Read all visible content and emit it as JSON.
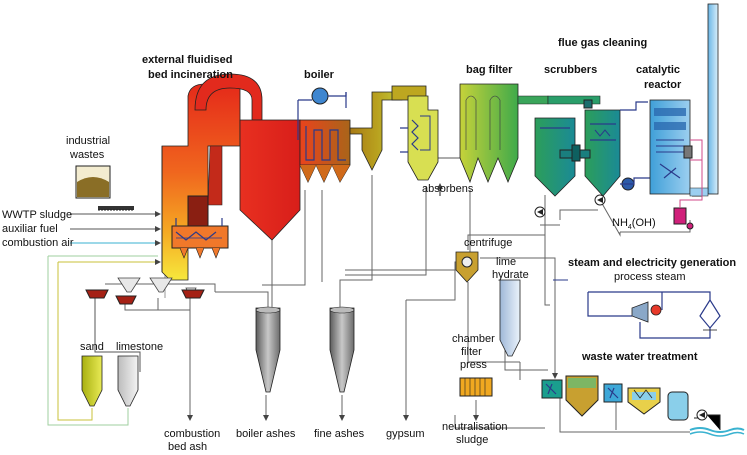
{
  "labels": {
    "external_fb_line1": "external fluidised",
    "external_fb_line2": "bed incineration",
    "boiler": "boiler",
    "bag_filter": "bag filter",
    "flue_gas_cleaning": "flue gas cleaning",
    "scrubbers": "scrubbers",
    "catalytic_line1": "catalytic",
    "catalytic_line2": "reactor",
    "industrial_line1": "industrial",
    "industrial_line2": "wastes",
    "wwtp_sludge": "WWTP sludge",
    "auxiliar_fuel": "auxiliar fuel",
    "combustion_air": "combustion air",
    "absorbens": "absorbens",
    "nh4oh_main": "NH",
    "nh4oh_sub": "4",
    "nh4oh_rest": "(OH)",
    "centrifuge": "centrifuge",
    "lime_line1": "lime",
    "lime_line2": "hydrate",
    "steam_title": "steam and electricity generation",
    "process_steam": "process steam",
    "chamber_line1": "chamber",
    "chamber_line2": "filter",
    "chamber_line3": "press",
    "waste_water": "waste water treatment",
    "sand": "sand",
    "limestone": "limestone",
    "combustion_ash_line1": "combustion",
    "combustion_ash_line2": "bed ash",
    "boiler_ashes": "boiler ashes",
    "fine_ashes": "fine ashes",
    "gypsum": "gypsum",
    "neutral_line1": "neutralisation",
    "neutral_line2": "sludge"
  },
  "colors": {
    "incinerator_hot": "#e8231b",
    "incinerator_mid": "#f58a1f",
    "incinerator_cool": "#f5e33a",
    "boiler_brown": "#b85a18",
    "olive": "#a89a1a",
    "bagfilter_green": "#a8c63a",
    "scrubber_teal": "#1f9a8a",
    "catalytic_blue": "#6fb4e0",
    "pipe_blue": "#2a3a8a",
    "ash_grey": "#8c8c8c"
  }
}
